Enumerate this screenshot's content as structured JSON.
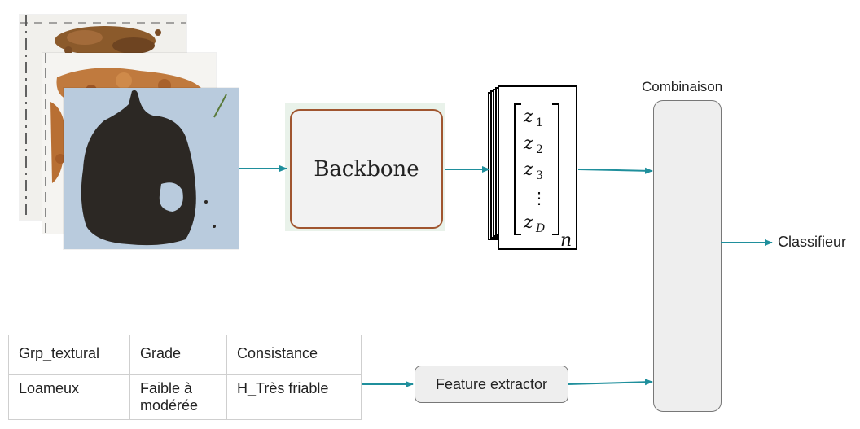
{
  "diagram": {
    "backbone_label": "Backbone",
    "combination_label": "Combinaison",
    "classifier_label": "Classifieur",
    "feature_extractor_label": "Feature extractor",
    "vector": {
      "components": [
        "z",
        "z",
        "z",
        "⋮",
        "z"
      ],
      "subscripts": [
        "1",
        "2",
        "3",
        "",
        "D"
      ],
      "stack_count_label": "n"
    },
    "table": {
      "headers": [
        "Grp_textural",
        "Grade",
        "Consistance"
      ],
      "row": [
        "Loameux",
        "Faible à modérée",
        "H_Très friable"
      ]
    },
    "colors": {
      "arrow": "#1f8f9c",
      "backbone_border": "#a0552f",
      "box_fill": "#eeeeee"
    }
  }
}
